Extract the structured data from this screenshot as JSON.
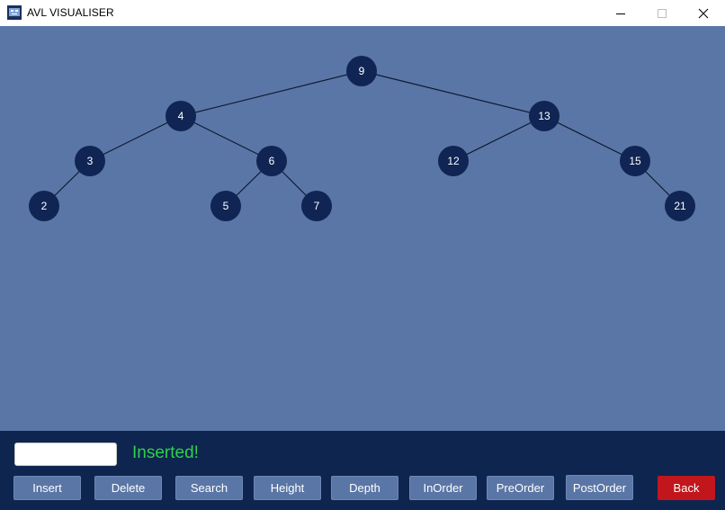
{
  "window": {
    "title": "AVL VISUALISER"
  },
  "tree": {
    "nodes": [
      {
        "id": "n9",
        "label": "9"
      },
      {
        "id": "n4",
        "label": "4"
      },
      {
        "id": "n13",
        "label": "13"
      },
      {
        "id": "n3",
        "label": "3"
      },
      {
        "id": "n6",
        "label": "6"
      },
      {
        "id": "n12",
        "label": "12"
      },
      {
        "id": "n15",
        "label": "15"
      },
      {
        "id": "n2",
        "label": "2"
      },
      {
        "id": "n5",
        "label": "5"
      },
      {
        "id": "n7",
        "label": "7"
      },
      {
        "id": "n21",
        "label": "21"
      }
    ],
    "edges": [
      [
        "n9",
        "n4"
      ],
      [
        "n9",
        "n13"
      ],
      [
        "n4",
        "n3"
      ],
      [
        "n4",
        "n6"
      ],
      [
        "n13",
        "n12"
      ],
      [
        "n13",
        "n15"
      ],
      [
        "n3",
        "n2"
      ],
      [
        "n6",
        "n5"
      ],
      [
        "n6",
        "n7"
      ],
      [
        "n15",
        "n21"
      ]
    ]
  },
  "controls": {
    "input_value": "",
    "status_text": "Inserted!",
    "buttons": {
      "insert": "Insert",
      "delete": "Delete",
      "search": "Search",
      "height": "Height",
      "depth": "Depth",
      "inorder": "InOrder",
      "preorder": "PreOrder",
      "postorder": "PostOrder",
      "back": "Back"
    }
  },
  "colors": {
    "canvas_bg": "#5a76a6",
    "node_fill": "#102554",
    "panel_bg": "#0e254f",
    "status_green": "#2fd04a",
    "back_red": "#c1161c"
  }
}
